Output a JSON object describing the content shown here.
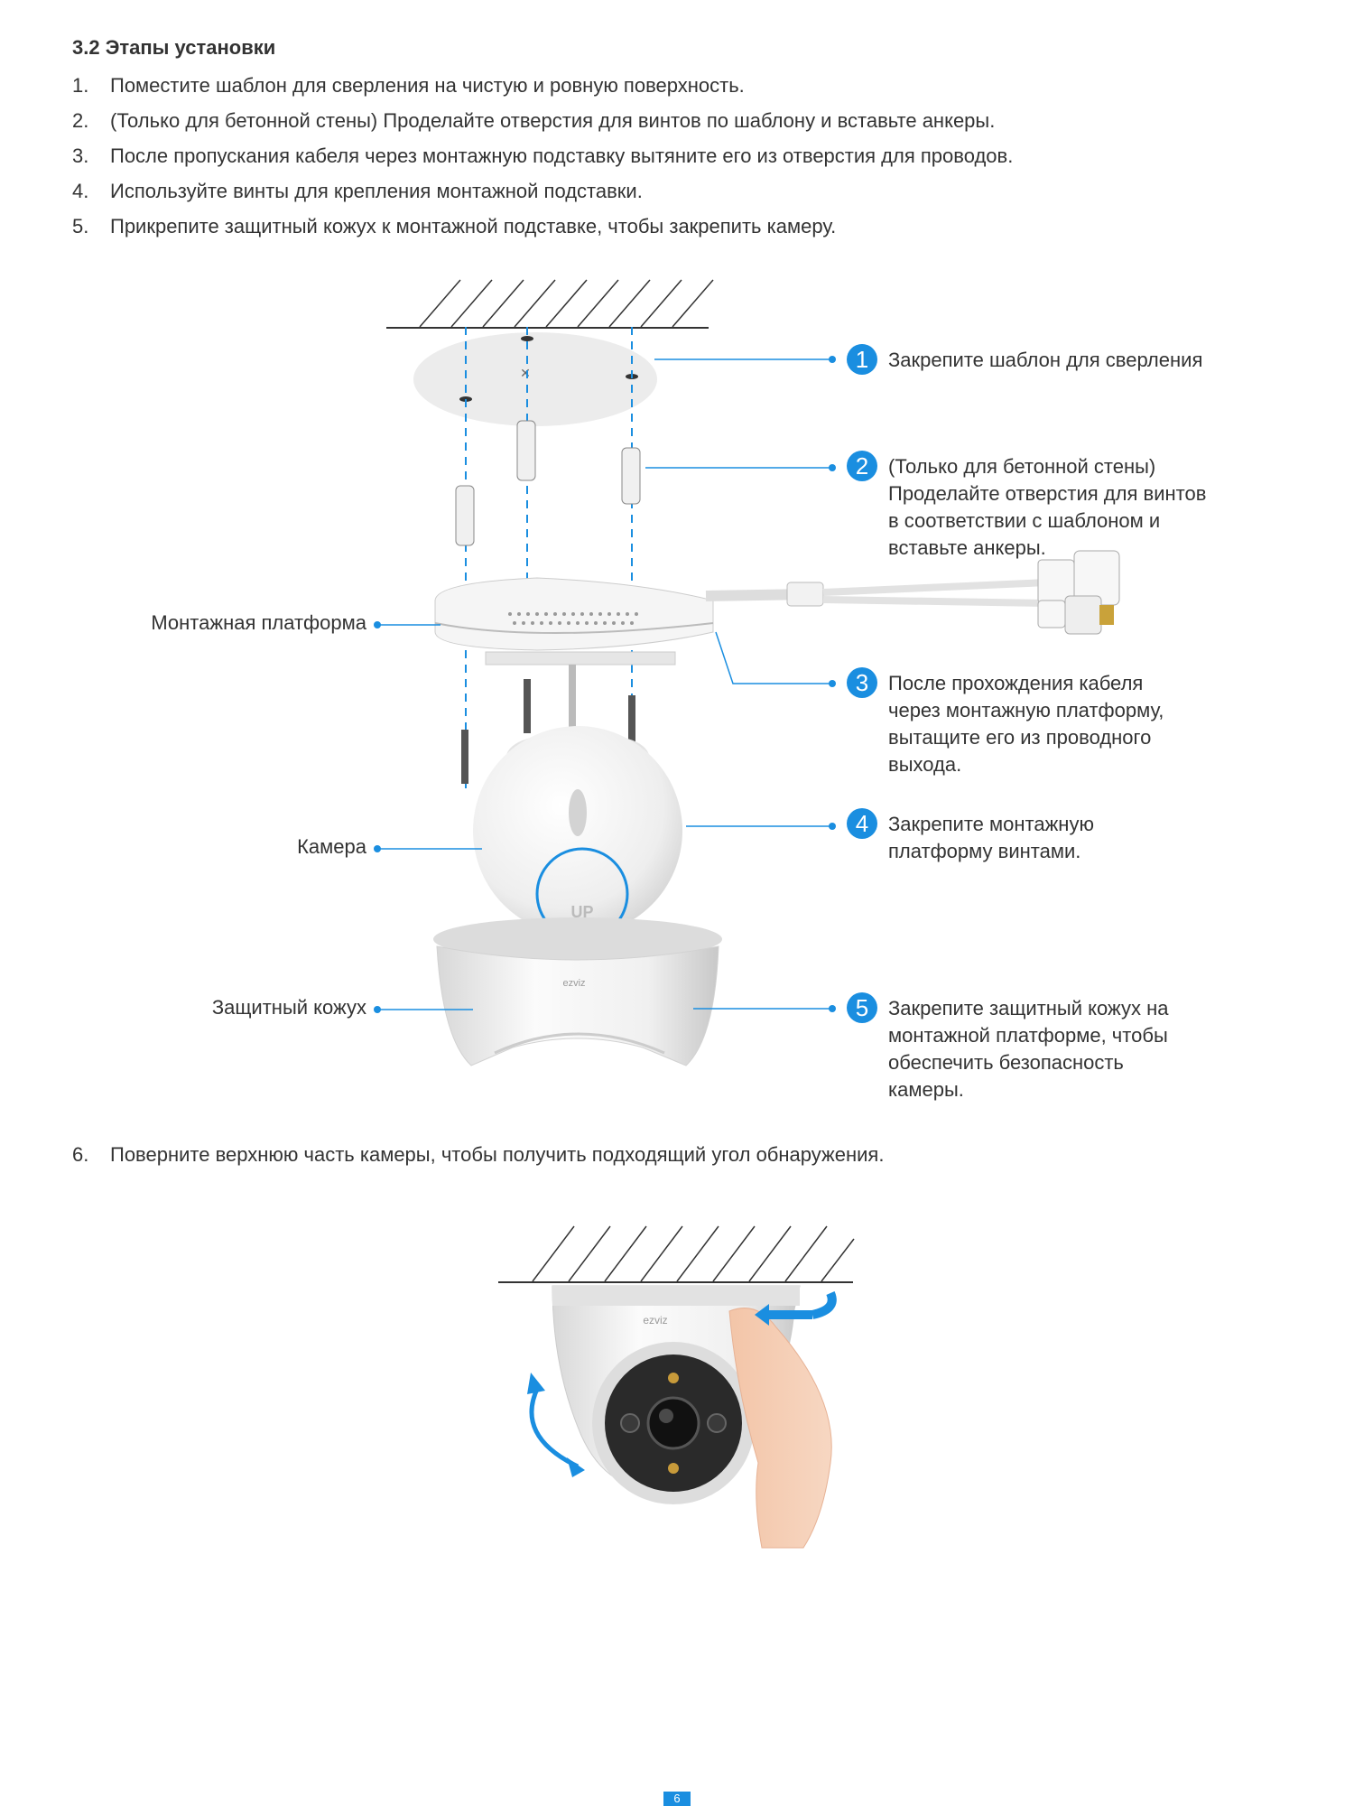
{
  "section_title": "3.2 Этапы установки",
  "steps": [
    {
      "num": "1.",
      "text": "Поместите шаблон для сверления на чистую и ровную поверхность."
    },
    {
      "num": "2.",
      "text": "(Только для бетонной стены) Проделайте отверстия для винтов по шаблону и вставьте анкеры."
    },
    {
      "num": "3.",
      "text": "После пропускания кабеля через монтажную подставку вытяните его из отверстия для проводов."
    },
    {
      "num": "4.",
      "text": "Используйте винты для крепления монтажной подставки."
    },
    {
      "num": "5.",
      "text": "Прикрепите защитный кожух к монтажной подставке, чтобы закрепить камеру."
    },
    {
      "num": "6.",
      "text": "Поверните верхнюю часть камеры, чтобы получить подходящий угол обнаружения."
    }
  ],
  "callouts": [
    {
      "num": "1",
      "lines": [
        "Закрепите шаблон для сверления"
      ]
    },
    {
      "num": "2",
      "lines": [
        "(Только для бетонной стены)",
        "Проделайте отверстия для винтов",
        "в соответствии с шаблоном и",
        "вставьте анкеры."
      ]
    },
    {
      "num": "3",
      "lines": [
        "После прохождения кабеля",
        "через монтажную платформу,",
        "вытащите его из проводного",
        "выхода."
      ]
    },
    {
      "num": "4",
      "lines": [
        "Закрепите монтажную",
        "платформу винтами."
      ]
    },
    {
      "num": "5",
      "lines": [
        "Закрепите защитный кожух на",
        "монтажной платформе, чтобы",
        "обеспечить безопасность",
        "камеры."
      ]
    }
  ],
  "part_labels": {
    "mount": "Монтажная платформа",
    "camera": "Камера",
    "cover": "Защитный кожух"
  },
  "camera_markings": {
    "up_text": "UP",
    "brand": "ezviz"
  },
  "page_number": "6",
  "colors": {
    "accent": "#1a8ee0",
    "text": "#333333"
  }
}
